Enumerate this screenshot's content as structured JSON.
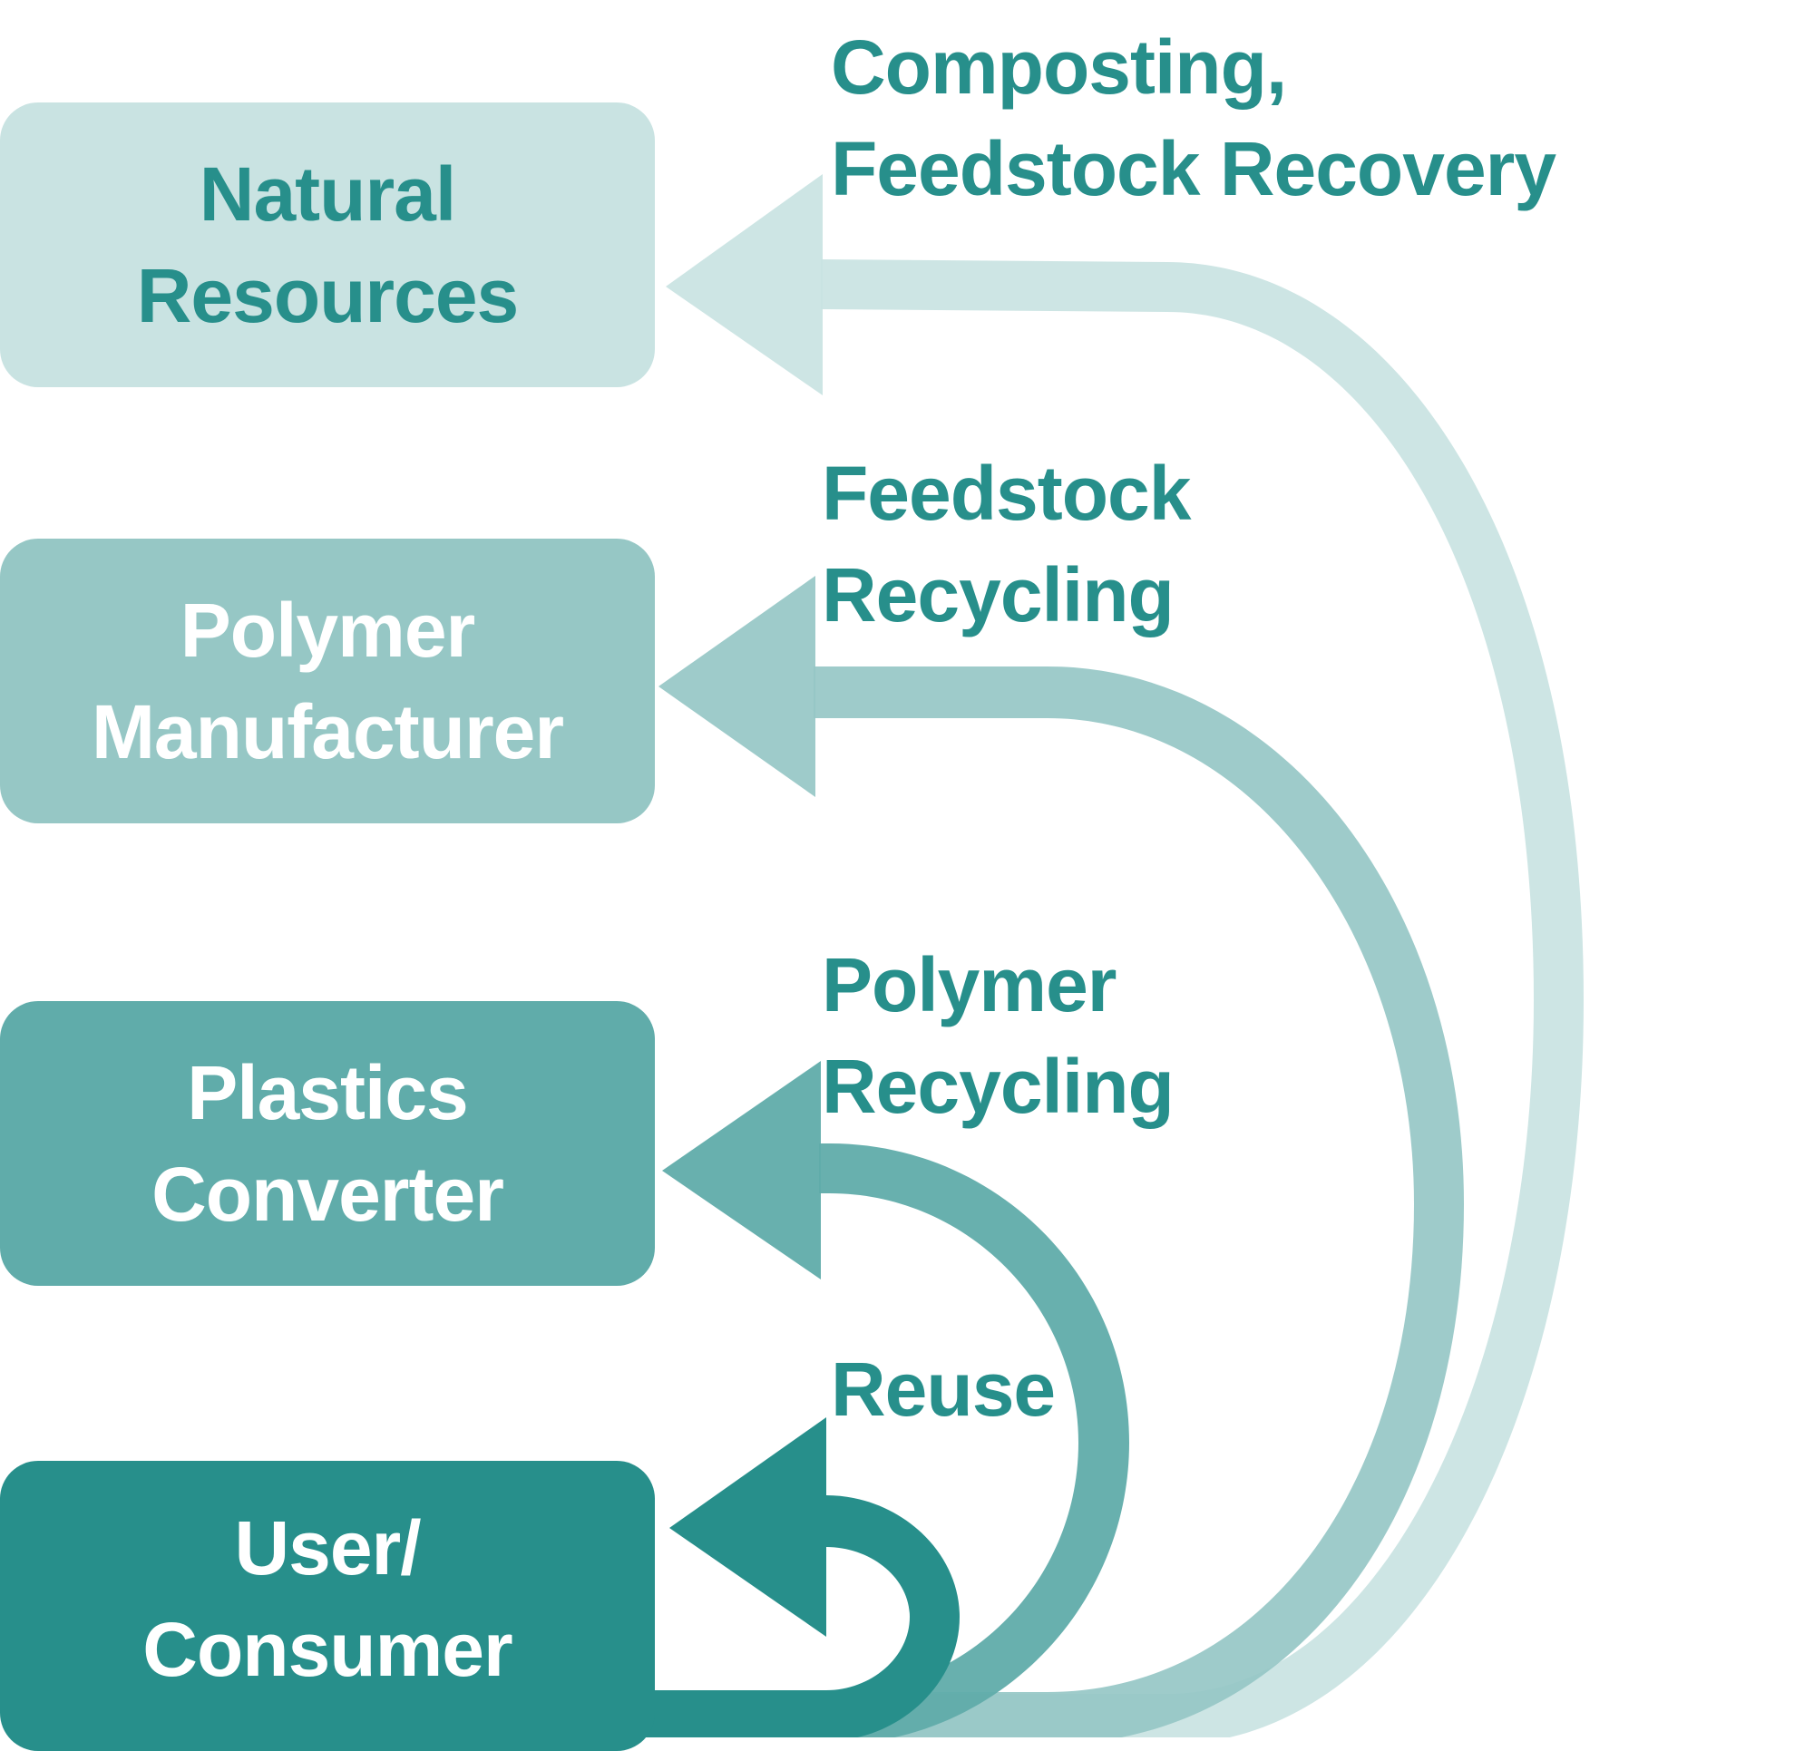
{
  "colors": {
    "text_teal": "#278F8B",
    "natural_resources": "#C9E3E2",
    "polymer_manufacturer": "#96C7C5",
    "plastics_converter": "#60ACAA",
    "user_consumer": "#278F8B",
    "white": "#FFFFFF"
  },
  "stages": [
    {
      "id": "natural-resources",
      "line1": "Natural",
      "line2": "Resources"
    },
    {
      "id": "polymer-manufacturer",
      "line1": "Polymer",
      "line2": "Manufacturer"
    },
    {
      "id": "plastics-converter",
      "line1": "Plastics",
      "line2": "Converter"
    },
    {
      "id": "user-consumer",
      "line1": "User/",
      "line2": "Consumer"
    }
  ],
  "loops": [
    {
      "id": "composting-feedstock-recovery",
      "line1": "Composting,",
      "line2": "Feedstock Recovery",
      "from": "User/Consumer",
      "to": "Natural Resources"
    },
    {
      "id": "feedstock-recycling",
      "line1": "Feedstock",
      "line2": "Recycling",
      "from": "User/Consumer",
      "to": "Polymer Manufacturer"
    },
    {
      "id": "polymer-recycling",
      "line1": "Polymer",
      "line2": "Recycling",
      "from": "User/Consumer",
      "to": "Plastics Converter"
    },
    {
      "id": "reuse",
      "line1": "Reuse",
      "line2": "",
      "from": "User/Consumer",
      "to": "User/Consumer"
    }
  ]
}
